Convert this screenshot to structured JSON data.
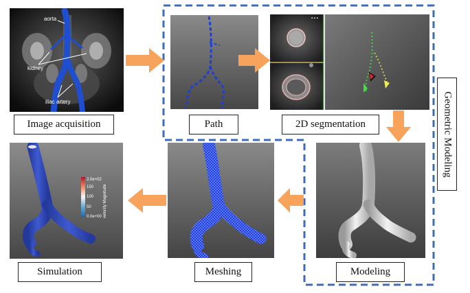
{
  "stages": {
    "image_acquisition": "Image acquisition",
    "path": "Path",
    "segmentation_2d": "2D segmentation",
    "modeling": "Modeling",
    "meshing": "Meshing",
    "simulation": "Simulation"
  },
  "group_label": "Geometric Modeling",
  "annotations": {
    "aorta": "aorta",
    "kidney": "kidney",
    "iliac_artery": "iliac artery"
  },
  "colorbar": {
    "title": "velocity Magnitude",
    "ticks": [
      "2.0e+02",
      "150",
      "100",
      "50",
      "0.0e+00"
    ]
  },
  "colors": {
    "arrow": "#f7a35c",
    "dashed_box": "#3f6bb5",
    "vessel_blue": "#1f4fd0",
    "sim_blue": "#2d44b0"
  }
}
